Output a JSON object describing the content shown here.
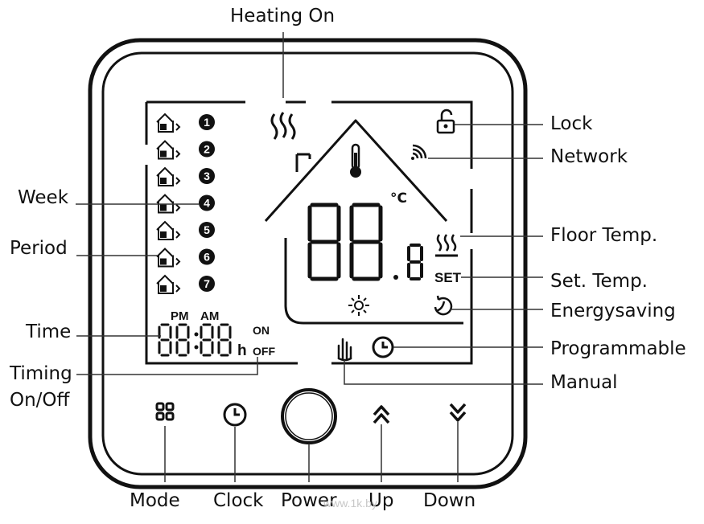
{
  "labels": {
    "heating_on": "Heating On",
    "lock": "Lock",
    "network": "Network",
    "week": "Week",
    "period": "Period",
    "floor_temp": "Floor Temp.",
    "set_temp": "Set. Temp.",
    "time": "Time",
    "energysaving": "Energysaving",
    "programmable": "Programmable",
    "timing_line1": "Timing",
    "timing_line2": "On/Off",
    "manual": "Manual",
    "mode": "Mode",
    "clock": "Clock",
    "power": "Power",
    "up": "Up",
    "down": "Down"
  },
  "display": {
    "week_days": [
      "1",
      "2",
      "3",
      "4",
      "5",
      "6",
      "7"
    ],
    "period_icons": [
      "1",
      "2",
      "3",
      "4",
      "5",
      "6",
      ""
    ],
    "temp_digits": "88",
    "temp_decimal": "8",
    "temp_unit": "°C",
    "set_text": "SET",
    "pm": "PM",
    "am": "AM",
    "clock_digits": "88:88",
    "clock_suffix": "h",
    "timer_on": "ON",
    "timer_off": "OFF"
  },
  "watermark": "www.1k.by",
  "colors": {
    "line": "#111111",
    "background": "#ffffff"
  }
}
